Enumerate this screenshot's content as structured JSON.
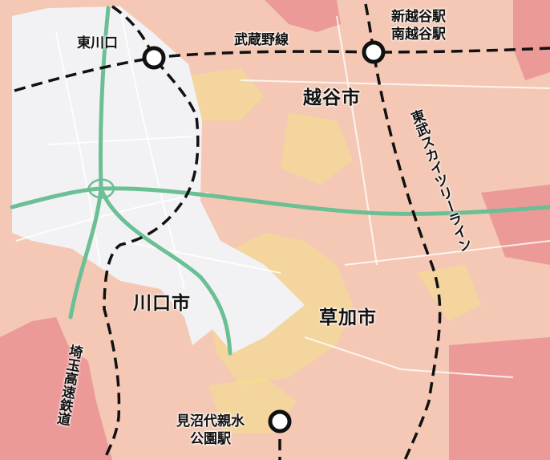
{
  "map": {
    "colors": {
      "background": "#f4c8b4",
      "dense_urban": "#ec9a98",
      "water": "#f0a2a6",
      "residential": "#f4e08a",
      "built_up_gray": "#f2f2f4",
      "expressway": "#6bbf95",
      "rail_line": "#111111",
      "station_fill": "#ffffff"
    },
    "cities": [
      {
        "id": "kawaguchi",
        "label": "川口市"
      },
      {
        "id": "koshigaya",
        "label": "越谷市"
      },
      {
        "id": "soka",
        "label": "草加市"
      }
    ],
    "stations": [
      {
        "id": "higashi-kawaguchi",
        "label": "東川口"
      },
      {
        "id": "shin-koshigaya",
        "label": "新越谷駅\n南越谷駅"
      },
      {
        "id": "minumadai",
        "label": "見沼代親水\n公園駅"
      }
    ],
    "lines": [
      {
        "id": "musashino",
        "label": "武蔵野線"
      },
      {
        "id": "tobu-skytree",
        "label": "東武スカイツリーライン"
      },
      {
        "id": "saitama-kosoku",
        "label": "埼玉高速鉄道"
      }
    ]
  }
}
